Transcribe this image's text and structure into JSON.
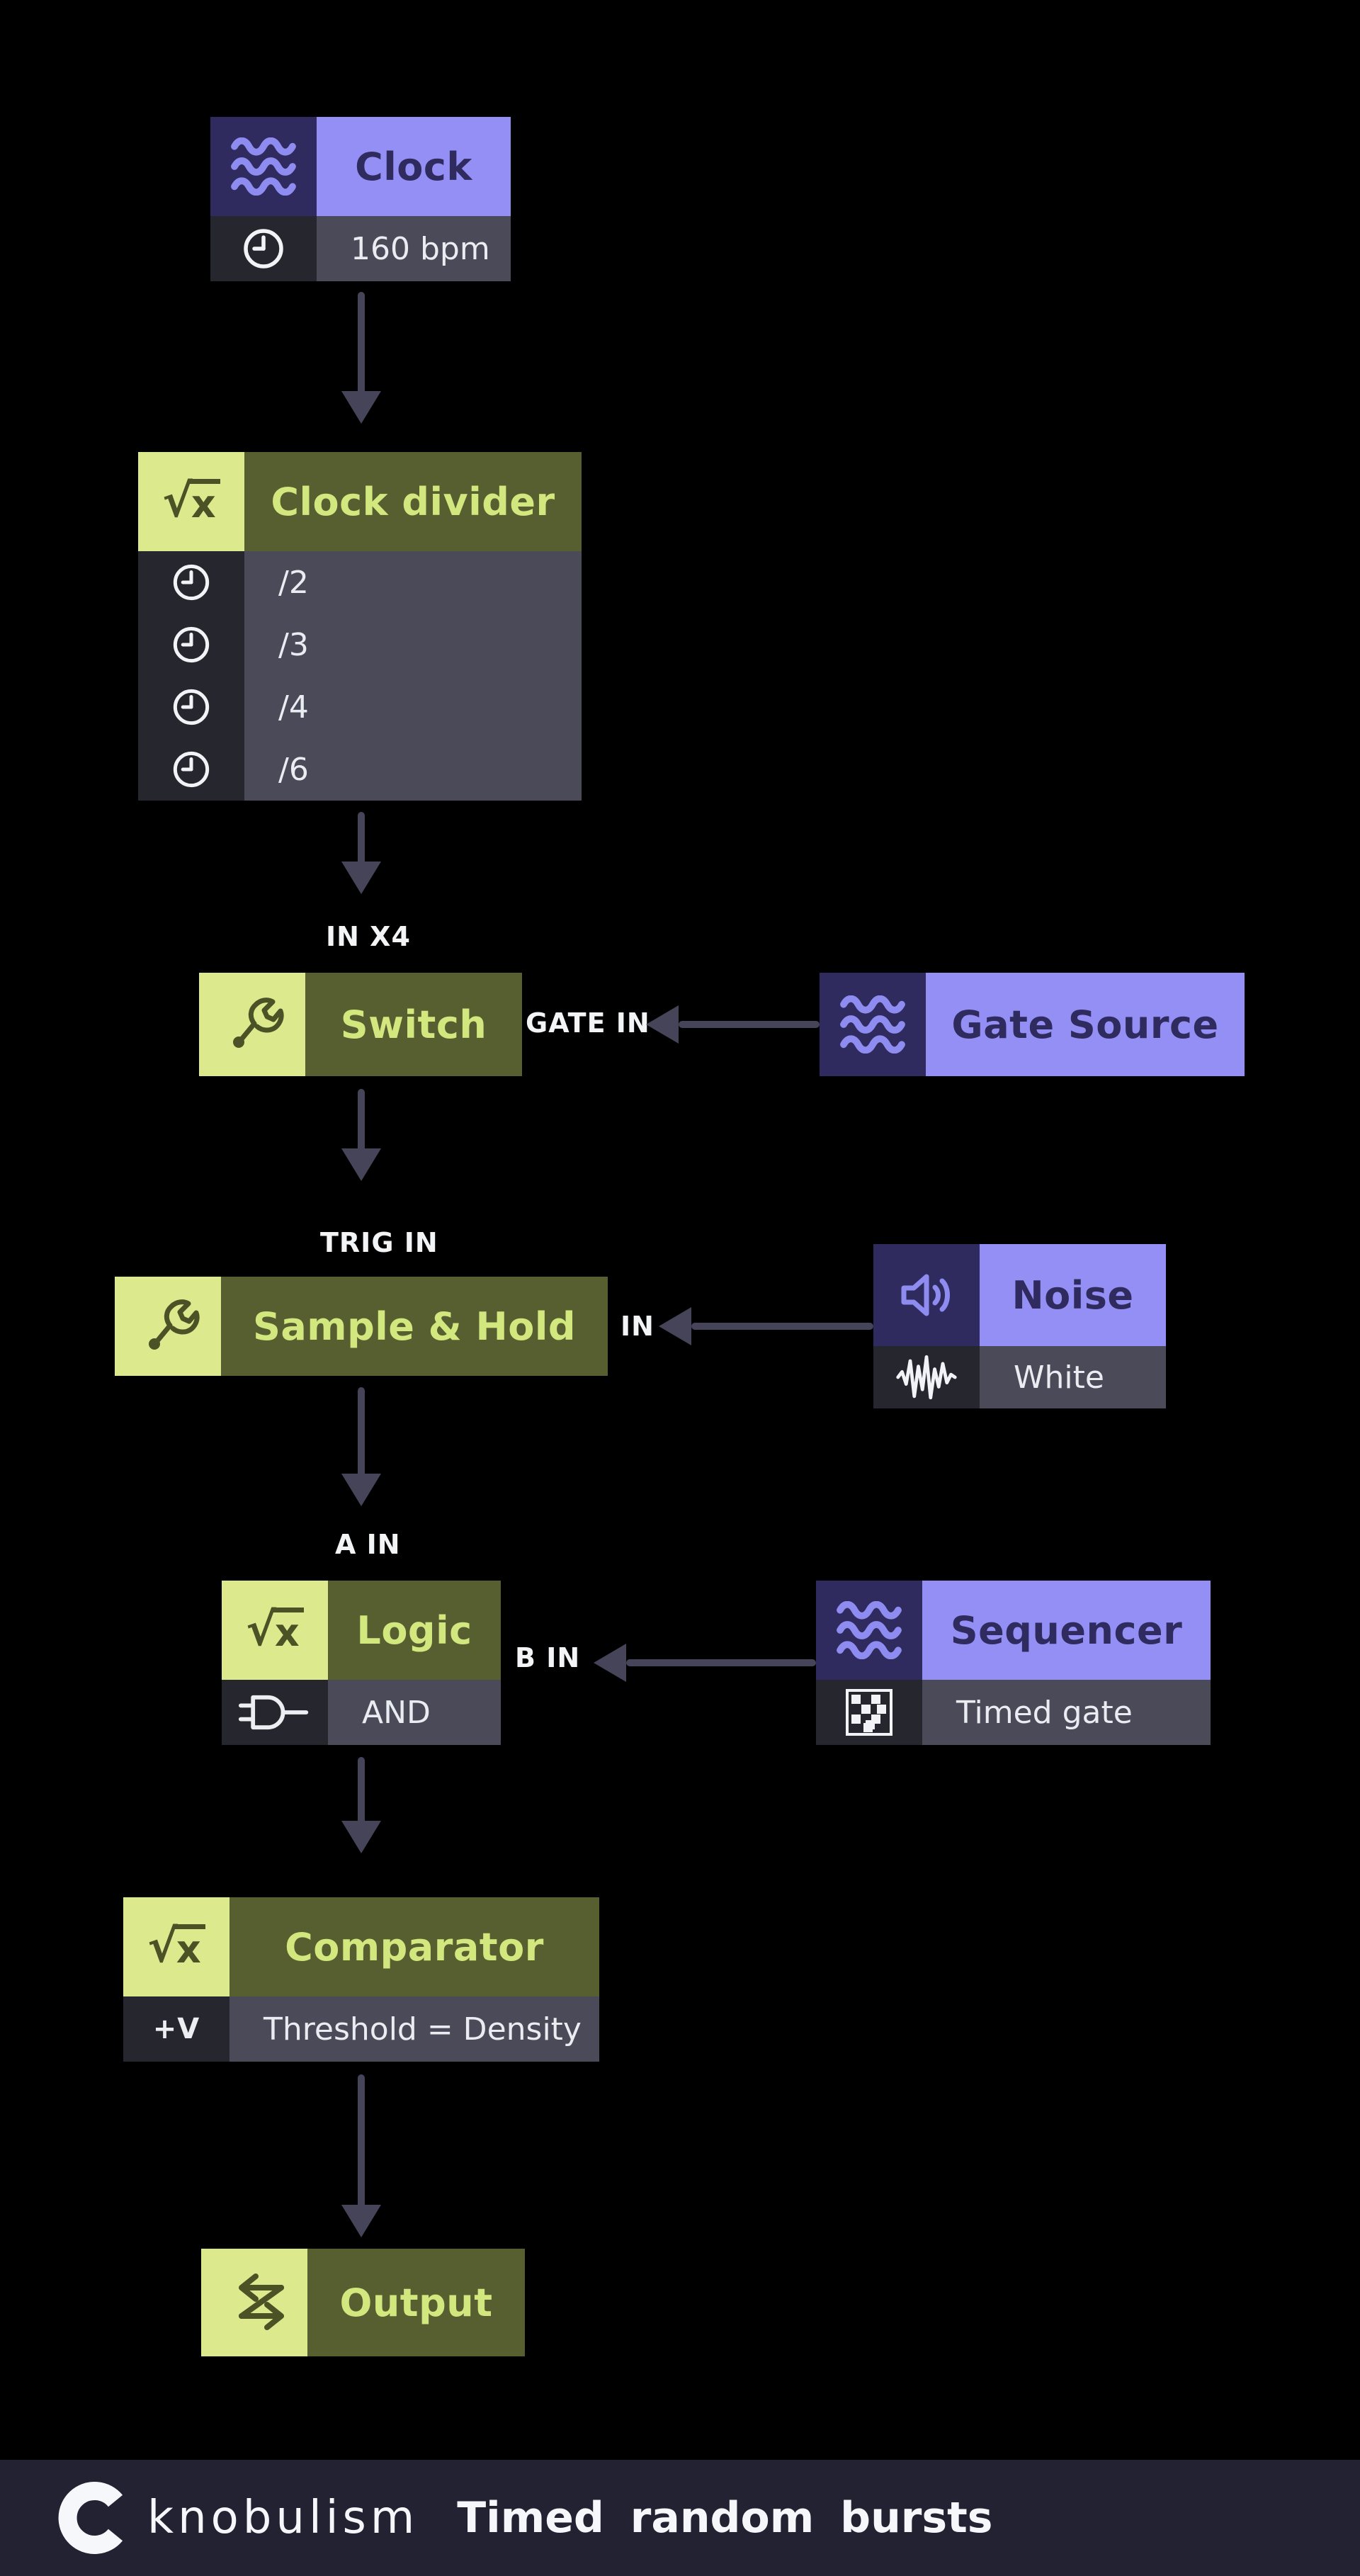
{
  "canvas": {
    "background": "#000000"
  },
  "palette": {
    "purple_dark": "#2f2b5e",
    "purple_light": "#938ff4",
    "purple_glyph": "#8e8cf0",
    "green_light": "#dcea8d",
    "olive": "#575e30",
    "green_text": "#d2e77e",
    "olive_glyph": "#4b5226",
    "dark_cell": "#26262f",
    "slate_cell": "#4a4a59",
    "row_text": "#e9ecf1",
    "arrow": "#454459",
    "label_text": "#f3f4f6",
    "footer_bg": "#232232",
    "footer_text": "#f6f7fa"
  },
  "nodes": {
    "clock": {
      "title": "Clock",
      "icon": "waves-icon",
      "rows": [
        {
          "icon": "clock-icon",
          "label": "160 bpm"
        }
      ]
    },
    "divider": {
      "title": "Clock divider",
      "icon": "sqrt-icon",
      "rows": [
        {
          "icon": "clock-icon",
          "label": "/2"
        },
        {
          "icon": "clock-icon",
          "label": "/3"
        },
        {
          "icon": "clock-icon",
          "label": "/4"
        },
        {
          "icon": "clock-icon",
          "label": "/6"
        }
      ]
    },
    "switch": {
      "title": "Switch",
      "icon": "wrench-icon",
      "rows": []
    },
    "gate_source": {
      "title": "Gate Source",
      "icon": "waves-icon",
      "rows": []
    },
    "sample_hold": {
      "title": "Sample & Hold",
      "icon": "wrench-icon",
      "rows": []
    },
    "noise": {
      "title": "Noise",
      "icon": "speaker-icon",
      "rows": [
        {
          "icon": "waveform-icon",
          "label": "White"
        }
      ]
    },
    "logic": {
      "title": "Logic",
      "icon": "sqrt-icon",
      "rows": [
        {
          "icon": "and-gate-icon",
          "label": "AND"
        }
      ]
    },
    "sequencer": {
      "title": "Sequencer",
      "icon": "waves-icon",
      "rows": [
        {
          "icon": "grid-icon",
          "label": "Timed gate"
        }
      ]
    },
    "comparator": {
      "title": "Comparator",
      "icon": "sqrt-icon",
      "rows": [
        {
          "icon": "plus-v-icon",
          "label": "Threshold = Density"
        }
      ]
    },
    "output": {
      "title": "Output",
      "icon": "swap-arrows-icon",
      "rows": []
    }
  },
  "port_labels": {
    "in_x4": "IN X4",
    "gate_in": "GATE IN",
    "trig_in": "TRIG IN",
    "in": "IN",
    "a_in": "A IN",
    "b_in": "B IN"
  },
  "icon_text": {
    "sqrt_radical": "√",
    "sqrt_x": "x",
    "plus_v": "+V"
  },
  "footer": {
    "brand": "knobulism",
    "patch_title": "Timed random bursts"
  }
}
